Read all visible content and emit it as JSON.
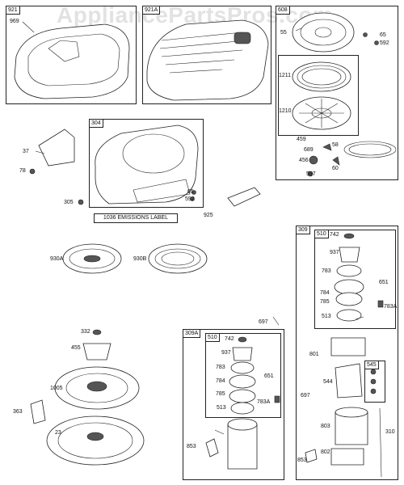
{
  "watermark": "AppliancePartsPros.com",
  "emissions_label": "1036 EMISSIONS LABEL",
  "boxes": {
    "b921": "921",
    "b921a": "921A",
    "b608": "608",
    "b304": "304",
    "b309": "309",
    "b510": "510",
    "b309a": "309A",
    "b510b": "510",
    "b545": "545"
  },
  "parts": {
    "p969": "969",
    "p55": "55",
    "p65a": "65",
    "p592a": "592",
    "p1211": "1211",
    "p1210": "1210",
    "p459": "459",
    "p58": "58",
    "p689": "689",
    "p456": "456",
    "p60": "60",
    "p597": "597",
    "p37": "37",
    "p78": "78",
    "p305": "305",
    "p65b": "65",
    "p592b": "592",
    "p925": "925",
    "p930a": "930A",
    "p930b": "930B",
    "p742a": "742",
    "p937a": "937",
    "p783a": "783",
    "p651a": "651",
    "p784a": "784",
    "p785a": "785",
    "p783Aa": "783A",
    "p513a": "513",
    "p697a": "697",
    "p332": "332",
    "p455": "455",
    "p1005": "1005",
    "p363": "363",
    "p23": "23",
    "p742b": "742",
    "p937b": "937",
    "p783b": "783",
    "p651b": "651",
    "p784b": "784",
    "p785b": "785",
    "p783Ab": "783A",
    "p513b": "513",
    "p853a": "853",
    "p801": "801",
    "p544": "544",
    "p697b": "697",
    "p803": "803",
    "p310": "310",
    "p802": "802",
    "p853b": "853"
  }
}
